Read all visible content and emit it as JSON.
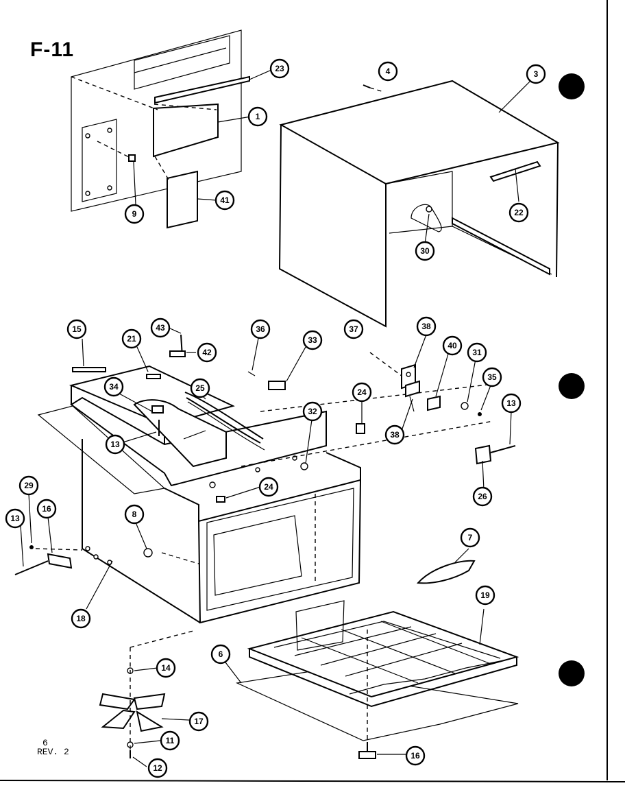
{
  "figure_id": "F-11",
  "footer": {
    "page": "6",
    "revision": "REV. 2"
  },
  "callouts": [
    {
      "id": "c23a",
      "label": "23"
    },
    {
      "id": "c1",
      "label": "1"
    },
    {
      "id": "c9",
      "label": "9"
    },
    {
      "id": "c41",
      "label": "41"
    },
    {
      "id": "c4",
      "label": "4"
    },
    {
      "id": "c3",
      "label": "3"
    },
    {
      "id": "c22",
      "label": "22"
    },
    {
      "id": "c30",
      "label": "30"
    },
    {
      "id": "c15",
      "label": "15"
    },
    {
      "id": "c21",
      "label": "21"
    },
    {
      "id": "c43",
      "label": "43"
    },
    {
      "id": "c42",
      "label": "42"
    },
    {
      "id": "c36",
      "label": "36"
    },
    {
      "id": "c33",
      "label": "33"
    },
    {
      "id": "c37",
      "label": "37"
    },
    {
      "id": "c38a",
      "label": "38"
    },
    {
      "id": "c40",
      "label": "40"
    },
    {
      "id": "c31",
      "label": "31"
    },
    {
      "id": "c34",
      "label": "34"
    },
    {
      "id": "c25",
      "label": "25"
    },
    {
      "id": "c24a",
      "label": "24"
    },
    {
      "id": "c35",
      "label": "35"
    },
    {
      "id": "c13a",
      "label": "13"
    },
    {
      "id": "c32",
      "label": "32"
    },
    {
      "id": "c38b",
      "label": "38"
    },
    {
      "id": "c13b",
      "label": "13"
    },
    {
      "id": "c24b",
      "label": "24"
    },
    {
      "id": "c26",
      "label": "26"
    },
    {
      "id": "c29",
      "label": "29"
    },
    {
      "id": "c16a",
      "label": "16"
    },
    {
      "id": "c8",
      "label": "8"
    },
    {
      "id": "c13c",
      "label": "13"
    },
    {
      "id": "c7",
      "label": "7"
    },
    {
      "id": "c18",
      "label": "18"
    },
    {
      "id": "c19",
      "label": "19"
    },
    {
      "id": "c14",
      "label": "14"
    },
    {
      "id": "c6",
      "label": "6"
    },
    {
      "id": "c17",
      "label": "17"
    },
    {
      "id": "c11",
      "label": "11"
    },
    {
      "id": "c12",
      "label": "12"
    },
    {
      "id": "c16b",
      "label": "16"
    }
  ],
  "icons": [
    "binder-hole-icon"
  ]
}
